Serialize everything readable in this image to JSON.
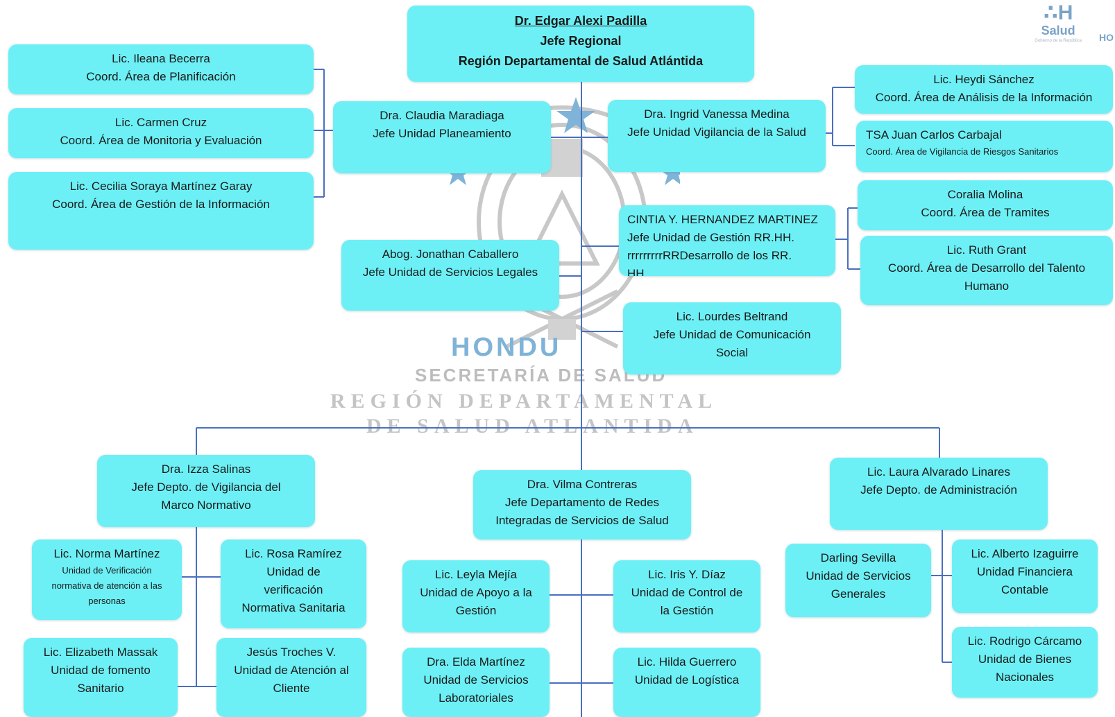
{
  "colors": {
    "box": "#6cf0f5",
    "line": "#4a6fbf",
    "watermark": "#c4c4c4",
    "watermark_accent": "#7fb3d8"
  },
  "brand": {
    "name": "Salud",
    "subtitle": "Gobierno de la República",
    "partial": "HO"
  },
  "watermark": {
    "emblem": "honduras-coat-of-arms",
    "country": "HONDU",
    "line1": "SECRETARÍA DE SALUD",
    "line2": "REGIÓN DEPARTAMENTAL",
    "line3": "DE SALUD ATLANTIDA"
  },
  "top": {
    "name": "Dr. Edgar Alexi Padilla",
    "role": "Jefe Regional",
    "org": "Región Departamental de Salud Atlántida"
  },
  "left_group": [
    {
      "name": "Lic. Ileana Becerra",
      "role": "Coord. Área de Planificación"
    },
    {
      "name": "Lic. Carmen Cruz",
      "role": "Coord. Área de Monitoria y Evaluación"
    },
    {
      "name": "Lic. Cecilia Soraya Martínez Garay",
      "role": "Coord. Área de Gestión de la Información"
    }
  ],
  "planeamiento": {
    "name": "Dra. Claudia Maradiaga",
    "role": "Jefe Unidad Planeamiento"
  },
  "legales": {
    "name": "Abog. Jonathan Caballero",
    "role": "Jefe Unidad de Servicios Legales"
  },
  "vigilancia": {
    "name": "Dra. Ingrid Vanessa Medina",
    "role": "Jefe Unidad Vigilancia de la Salud"
  },
  "vigilancia_sub": [
    {
      "name": "Lic. Heydi Sánchez",
      "role": "Coord. Área de Análisis de la Información"
    },
    {
      "name": "TSA Juan Carlos Carbajal",
      "role": "Coord. Área de Vigilancia de Riesgos Sanitarios"
    }
  ],
  "rrhh": {
    "name": "CINTIA Y. HERNANDEZ MARTINEZ",
    "role": "Jefe Unidad de Gestión RR.HH.",
    "extra": "rrrrrrrrrRRDesarrollo de los RR.",
    "extra2": "HH."
  },
  "rrhh_sub": [
    {
      "name": "Coralia Molina",
      "role": "Coord. Área de Tramites"
    },
    {
      "name": "Lic. Ruth Grant",
      "role": "Coord. Área de Desarrollo del Talento",
      "role2": "Humano"
    }
  ],
  "comunicacion": {
    "name": "Lic. Lourdes Beltrand",
    "role": "Jefe Unidad de Comunicación",
    "role2": "Social"
  },
  "dept_vigilancia": {
    "name": "Dra. Izza Salinas",
    "role": "Jefe Depto. de Vigilancia del",
    "role2": "Marco Normativo"
  },
  "dv_sub": [
    {
      "name": "Lic. Norma Martínez",
      "l2": "Unidad de Verificación",
      "l3": "normativa de atención a las",
      "l4": "personas"
    },
    {
      "name": "Lic. Rosa Ramírez",
      "l2": "Unidad de",
      "l3": "verificación",
      "l4": "Normativa Sanitaria"
    },
    {
      "name": "Lic. Elizabeth Massak",
      "l2": "Unidad de fomento",
      "l3": "Sanitario"
    },
    {
      "name": "Jesús Troches V.",
      "l2": "Unidad de Atención al",
      "l3": "Cliente"
    }
  ],
  "dept_redes": {
    "name": "Dra. Vilma Contreras",
    "role": "Jefe Departamento de Redes",
    "role2": "Integradas de Servicios de Salud"
  },
  "dr_sub": [
    {
      "name": "Lic. Leyla Mejía",
      "l2": "Unidad de Apoyo a la",
      "l3": "Gestión"
    },
    {
      "name": "Lic. Iris Y. Díaz",
      "l2": "Unidad de Control de",
      "l3": "la Gestión"
    },
    {
      "name": "Dra. Elda Martínez",
      "l2": "Unidad de Servicios",
      "l3": "Laboratoriales"
    },
    {
      "name": "Lic. Hilda Guerrero",
      "l2": "Unidad de Logística"
    }
  ],
  "dept_admin": {
    "name": "Lic. Laura Alvarado Linares",
    "role": "Jefe Depto. de Administración"
  },
  "da_sub": [
    {
      "name": "Darling Sevilla",
      "l2": "Unidad de Servicios",
      "l3": "Generales"
    },
    {
      "name": "Lic. Alberto Izaguirre",
      "l2": "Unidad Financiera",
      "l3": "Contable"
    },
    {
      "name": "Lic. Rodrigo Cárcamo",
      "l2": "Unidad de Bienes",
      "l3": "Nacionales"
    }
  ]
}
